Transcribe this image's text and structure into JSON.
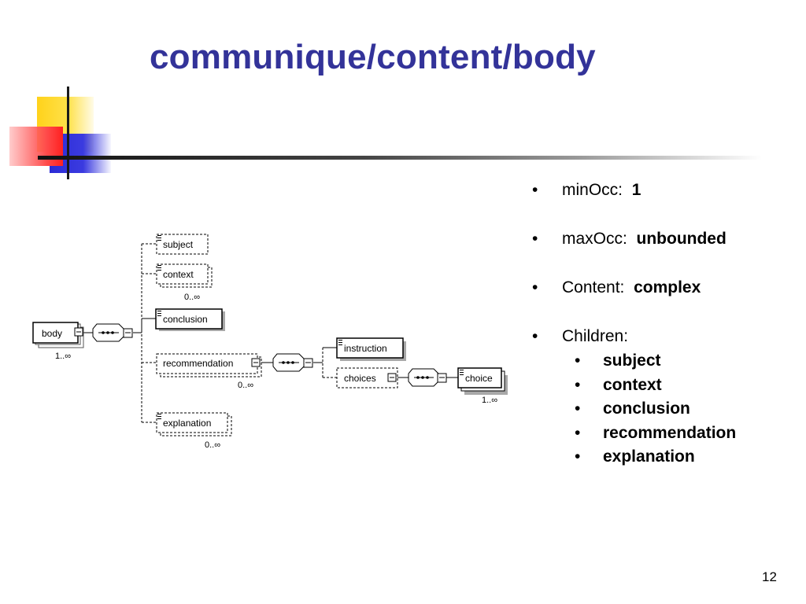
{
  "title": "communique/content/body",
  "bullets": [
    {
      "label": "minOcc:",
      "value": "1"
    },
    {
      "label": "maxOcc:",
      "value": "unbounded"
    },
    {
      "label": "Content:",
      "value": "complex"
    },
    {
      "label": "Children:",
      "value": ""
    }
  ],
  "children": [
    "subject",
    "context",
    "conclusion",
    "recommendation",
    "explanation"
  ],
  "page_number": "12",
  "diagram": {
    "root": {
      "name": "body",
      "occurs": "1..∞"
    },
    "elements": {
      "subject": {
        "name": "subject"
      },
      "context": {
        "name": "context",
        "occurs": "0..∞"
      },
      "conclusion": {
        "name": "conclusion"
      },
      "recommendation": {
        "name": "recommendation",
        "occurs": "0..∞"
      },
      "explanation": {
        "name": "explanation",
        "occurs": "0..∞"
      },
      "instruction": {
        "name": "instruction"
      },
      "choices": {
        "name": "choices"
      },
      "choice": {
        "name": "choice",
        "occurs": "1..∞"
      }
    }
  }
}
